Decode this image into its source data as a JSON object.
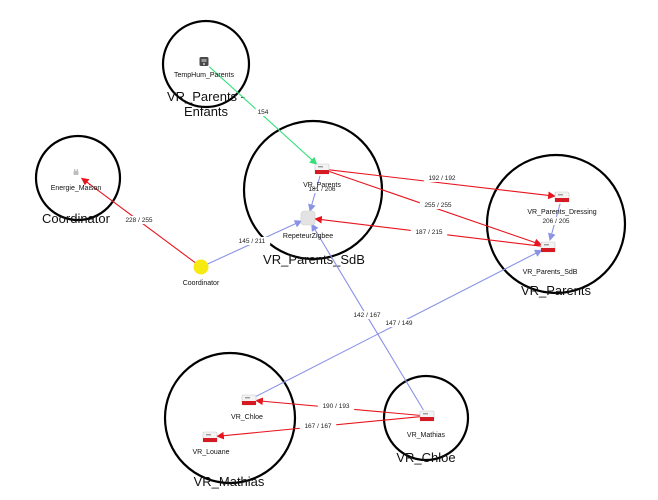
{
  "colors": {
    "strong": "#e8141e",
    "medium": "#8a93e6",
    "good": "#37e07a",
    "coordinator": "#f6ea12",
    "group": "#000000"
  },
  "groups": [
    {
      "id": "g-parents-enfants",
      "label_lines": [
        "VR_Parents -",
        "Enfants"
      ]
    },
    {
      "id": "g-coordinator",
      "label_lines": [
        "Coordinator"
      ]
    },
    {
      "id": "g-parents-sdb",
      "label_lines": [
        "VR_Parents_SdB"
      ]
    },
    {
      "id": "g-parents",
      "label_lines": [
        "VR_Parents"
      ]
    },
    {
      "id": "g-mathias",
      "label_lines": [
        "VR_Mathias"
      ]
    },
    {
      "id": "g-chloe",
      "label_lines": [
        "VR_Chloe"
      ]
    }
  ],
  "nodes": [
    {
      "id": "temphum",
      "label": "TempHum_Parents",
      "icon": "sensor-icon"
    },
    {
      "id": "energie",
      "label": "Energie_Maison",
      "icon": "plug-icon"
    },
    {
      "id": "coordinator",
      "label": "Coordinator",
      "icon": "coordinator-icon"
    },
    {
      "id": "vr_parents",
      "label": "VR_Parents",
      "icon": "shutter-module-icon"
    },
    {
      "id": "repeteur",
      "label": "RepeteurZigbee",
      "icon": "repeater-icon"
    },
    {
      "id": "vr_parents_dressing",
      "label": "VR_Parents_Dressing",
      "icon": "shutter-module-icon"
    },
    {
      "id": "vr_parents_sdb",
      "label": "VR_Parents_SdB",
      "icon": "shutter-module-icon"
    },
    {
      "id": "vr_chloe",
      "label": "VR_Chloe",
      "icon": "shutter-module-icon"
    },
    {
      "id": "vr_louane",
      "label": "VR_Louane",
      "icon": "shutter-module-icon"
    },
    {
      "id": "vr_mathias",
      "label": "VR_Mathias",
      "icon": "shutter-module-icon"
    }
  ],
  "links": [
    {
      "id": "l1",
      "from": "temphum",
      "to": "vr_parents",
      "label": "154",
      "quality": "good"
    },
    {
      "id": "l2",
      "from": "coordinator",
      "to": "energie",
      "label": "228 / 255",
      "quality": "strong"
    },
    {
      "id": "l3",
      "from": "coordinator",
      "to": "repeteur",
      "label": "145 / 211",
      "quality": "medium"
    },
    {
      "id": "l4",
      "from": "vr_parents",
      "to": "repeteur",
      "label": "181 / 206",
      "quality": "medium"
    },
    {
      "id": "l5",
      "from": "vr_parents",
      "to": "vr_parents_dressing",
      "label": "192 / 192",
      "quality": "strong"
    },
    {
      "id": "l6",
      "from": "vr_parents",
      "to": "vr_parents_sdb",
      "label": "255 / 255",
      "quality": "strong"
    },
    {
      "id": "l7",
      "from": "vr_parents_sdb",
      "to": "repeteur",
      "label": "187 / 215",
      "quality": "strong"
    },
    {
      "id": "l8",
      "from": "vr_parents_dressing",
      "to": "vr_parents_sdb",
      "label": "206 / 205",
      "quality": "medium"
    },
    {
      "id": "l9",
      "from": "vr_mathias",
      "to": "repeteur",
      "label": "142 / 167",
      "quality": "medium"
    },
    {
      "id": "l10",
      "from": "vr_chloe",
      "to": "vr_parents_sdb",
      "label": "147 / 149",
      "quality": "medium"
    },
    {
      "id": "l11",
      "from": "vr_mathias",
      "to": "vr_chloe",
      "label": "190 / 193",
      "quality": "strong"
    },
    {
      "id": "l12",
      "from": "vr_mathias",
      "to": "vr_louane",
      "label": "167 / 167",
      "quality": "strong"
    }
  ]
}
